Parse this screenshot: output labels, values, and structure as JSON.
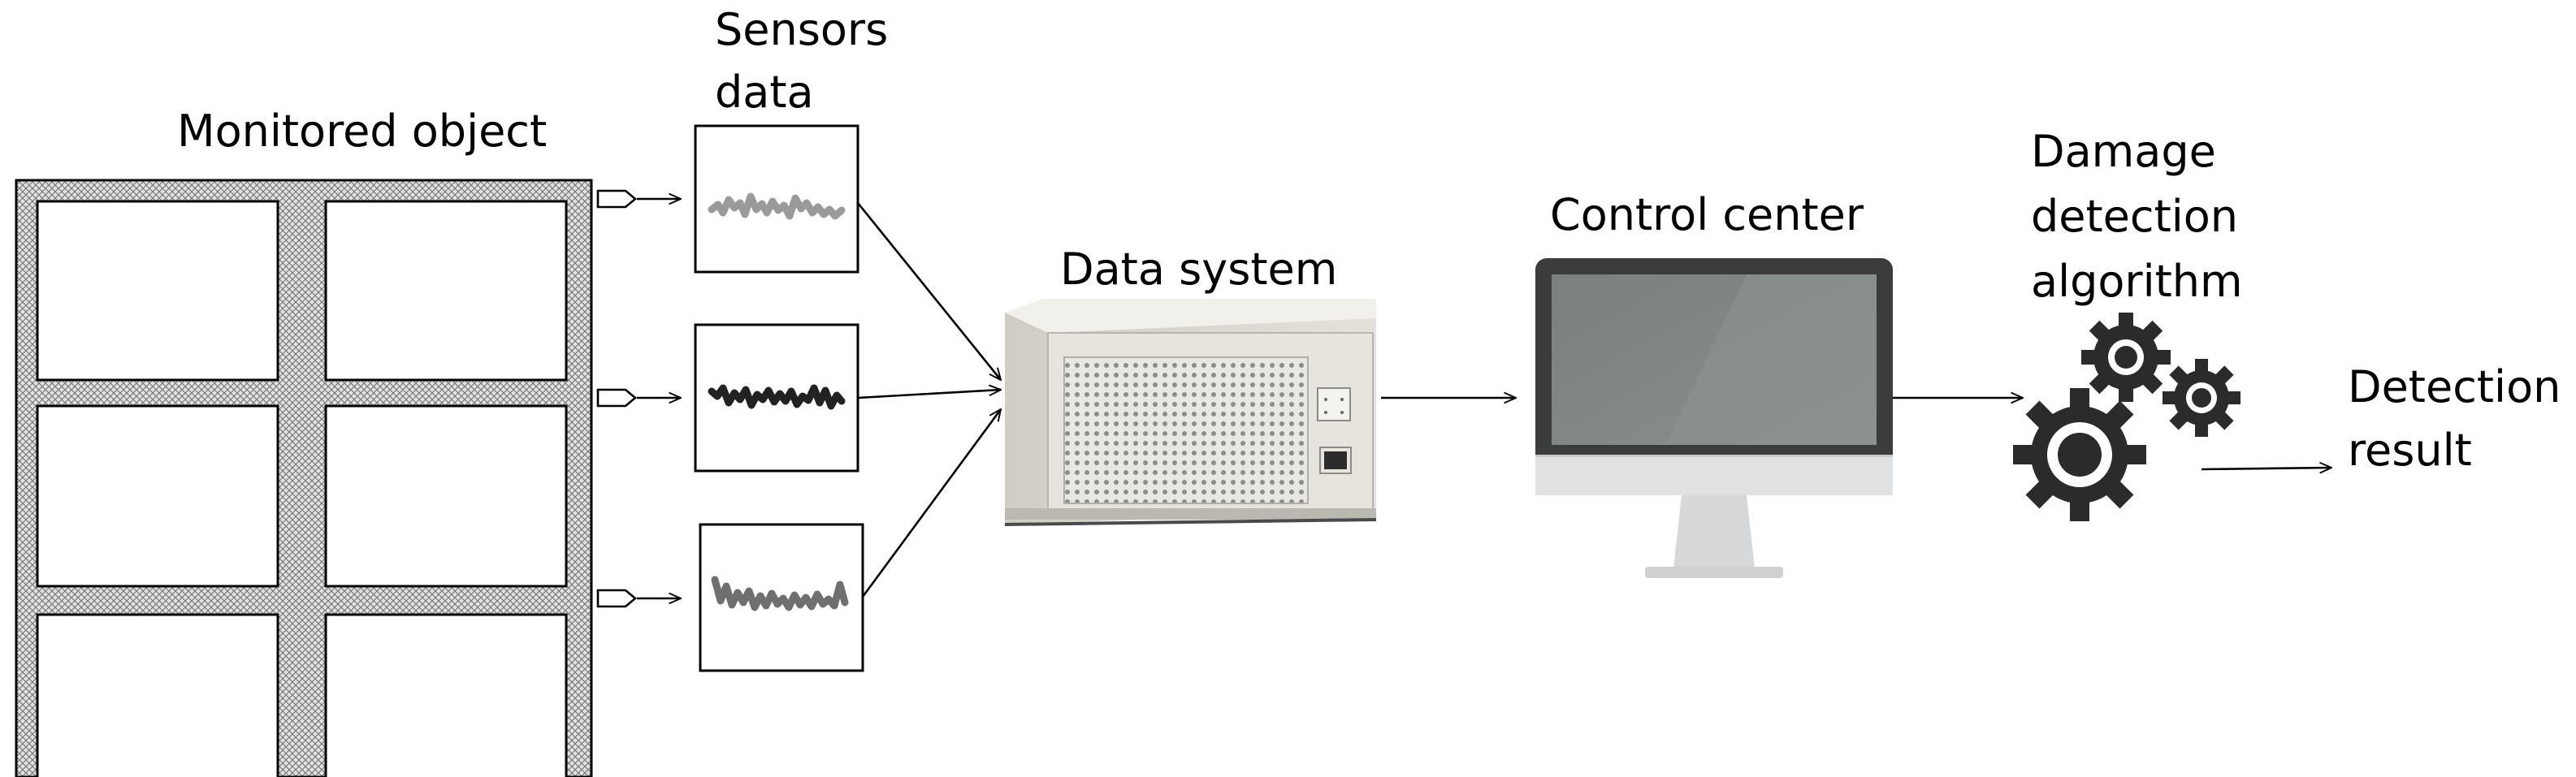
{
  "labels": {
    "monitored_object": "Monitored object",
    "sensors_data_line1": "Sensors",
    "sensors_data_line2": "data",
    "data_system": "Data system",
    "control_center": "Control center",
    "damage_line1": "Damage",
    "damage_line2": "detection",
    "damage_line3": "algorithm",
    "detection_line1": "Detection",
    "detection_line2": "result"
  },
  "colors": {
    "line": "#000000",
    "frame_fill": "#d9d9d9",
    "signal_1": "#9a9a9a",
    "signal_2": "#222222",
    "signal_3": "#6f6f6f",
    "monitor_bezel": "#3c3c3e",
    "monitor_screen": "#7f8384",
    "monitor_stand": "#d7d8da",
    "gear": "#2b2b2b",
    "case_body": "#e6e4dc"
  },
  "icons": [
    "building-frame-icon",
    "sensor-icon",
    "signal-icon",
    "data-system-icon",
    "monitor-icon",
    "gear-icon",
    "arrow-icon"
  ]
}
